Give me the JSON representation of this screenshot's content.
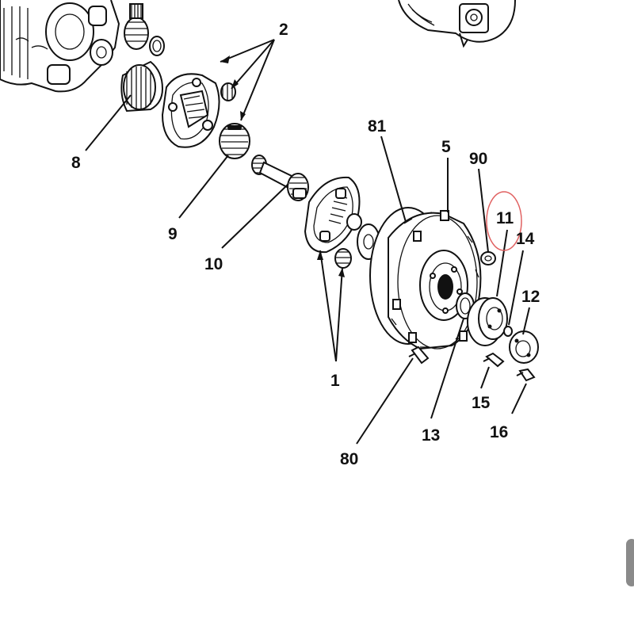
{
  "labels": {
    "p2": "2",
    "p8": "8",
    "p9": "9",
    "p10": "10",
    "p81": "81",
    "p5": "5",
    "p90": "90",
    "p11": "11",
    "p14": "14",
    "p12": "12",
    "p1": "1",
    "p15": "15",
    "p16": "16",
    "p13": "13",
    "p80": "80"
  },
  "highlight": {
    "part": "11",
    "color": "#e06060"
  },
  "colors": {
    "line": "#111111",
    "background": "#ffffff",
    "scrollbar": "#8a8a8a"
  }
}
